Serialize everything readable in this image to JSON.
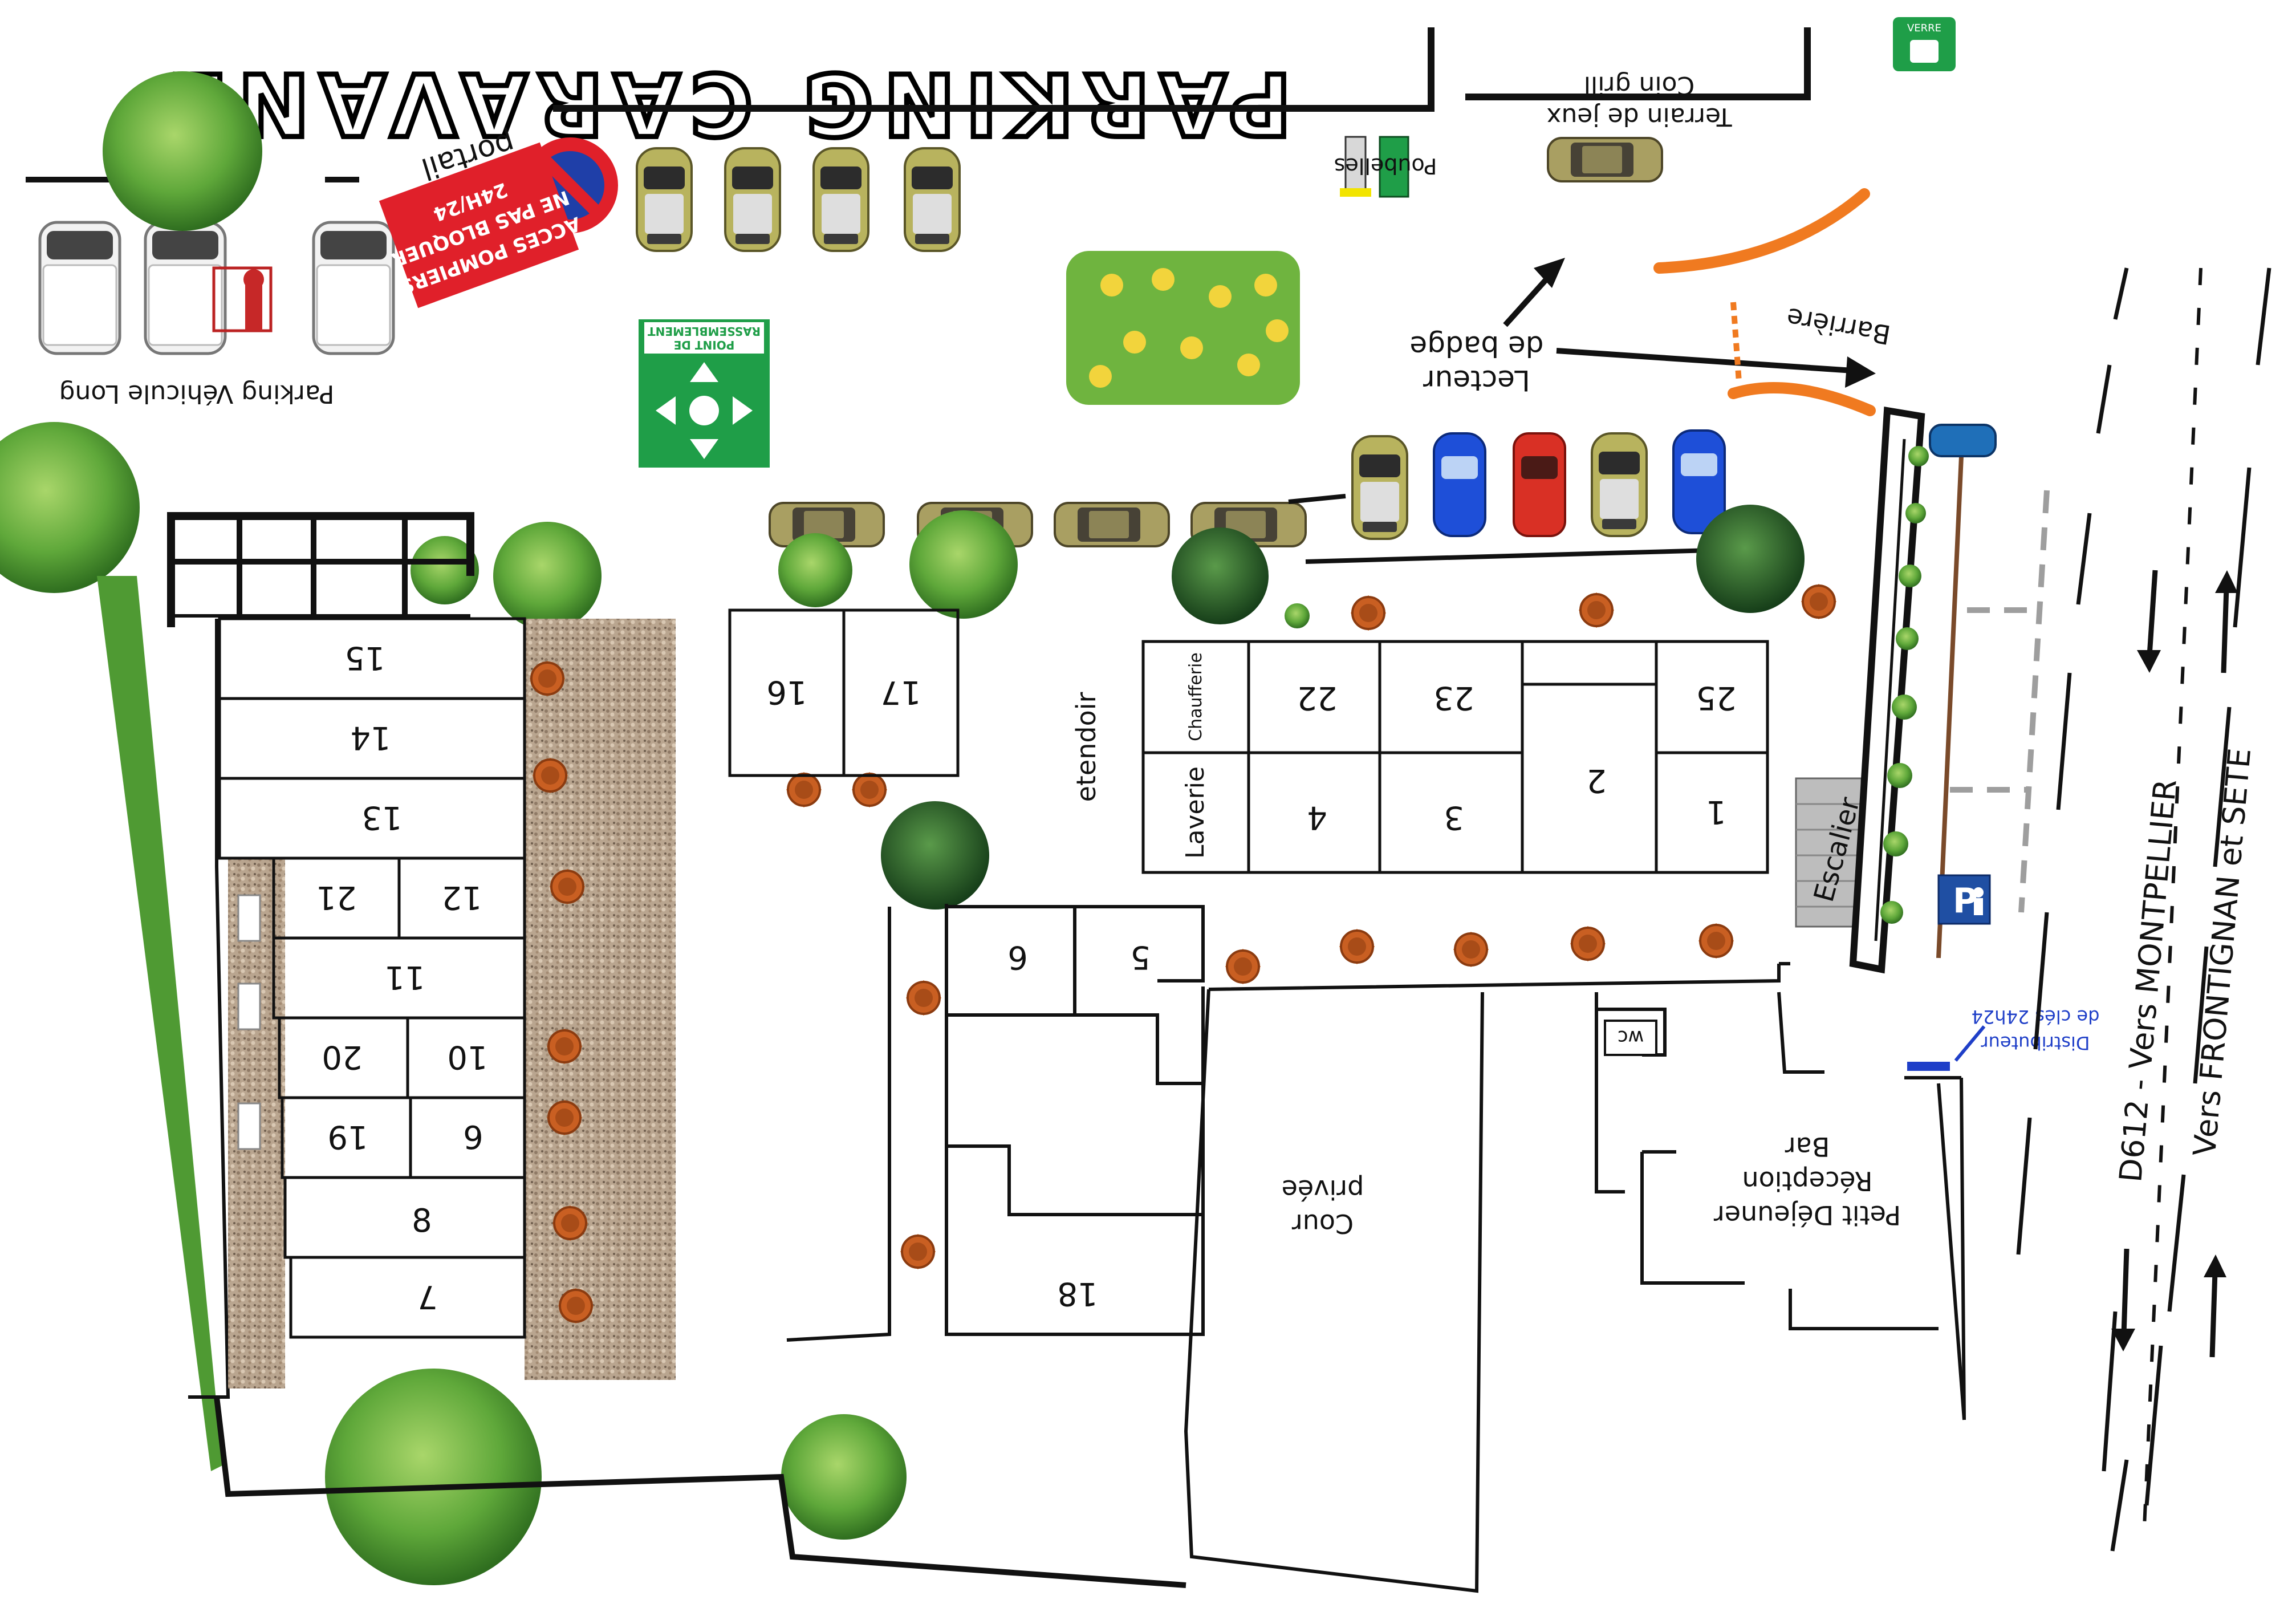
{
  "title": "PARKING CARAVANE",
  "labels": {
    "playground": "Terrain de jeux",
    "bbq": "Coin grill",
    "bins": "Poubelles",
    "gate": "portail",
    "fire_line1": "ACCES POMPIERS",
    "fire_line2": "NE PAS BLOQUER",
    "fire_line3": "24H/24",
    "assembly_line1": "POINT DE",
    "assembly_line2": "RASSEMBLEMENT",
    "long_vehicle": "Parking Véhicule Long",
    "badge_line1": "Lecteur",
    "badge_line2": "de badge",
    "barrier": "Barrière",
    "glass": "VERRE",
    "clothesline": "etendoir",
    "boiler": "Chaufferie",
    "laundry": "Laverie",
    "stairs": "Escalier",
    "disabled": "P",
    "key_line1": "Distributeur",
    "key_line2": "de clés 24h24",
    "wc": "wc",
    "reception_line1": "Petit Déjeuner",
    "reception_line2": "Réception",
    "reception_line3": "Bar",
    "courtyard_line1": "Cour",
    "courtyard_line2": "privée",
    "road_left": "D612 - Vers MONTPELLIER",
    "road_right": "Vers FRONTIGNAN et SETE"
  },
  "units": [
    "15",
    "14",
    "13",
    "12",
    "21",
    "11",
    "10",
    "20",
    "9",
    "19",
    "8",
    "7",
    "16",
    "17",
    "22",
    "23",
    "25",
    "2",
    "1",
    "4",
    "3",
    "6",
    "5",
    "18"
  ],
  "colors": {
    "wall": "#111111",
    "gravel": "#b9a58f",
    "tree": "#5fa83a",
    "table": "#d86f2a",
    "barrier": "#f07a20",
    "sign_red": "#e0202a",
    "sign_green": "#1f9e48",
    "disabled_blue": "#1f4fa3"
  }
}
